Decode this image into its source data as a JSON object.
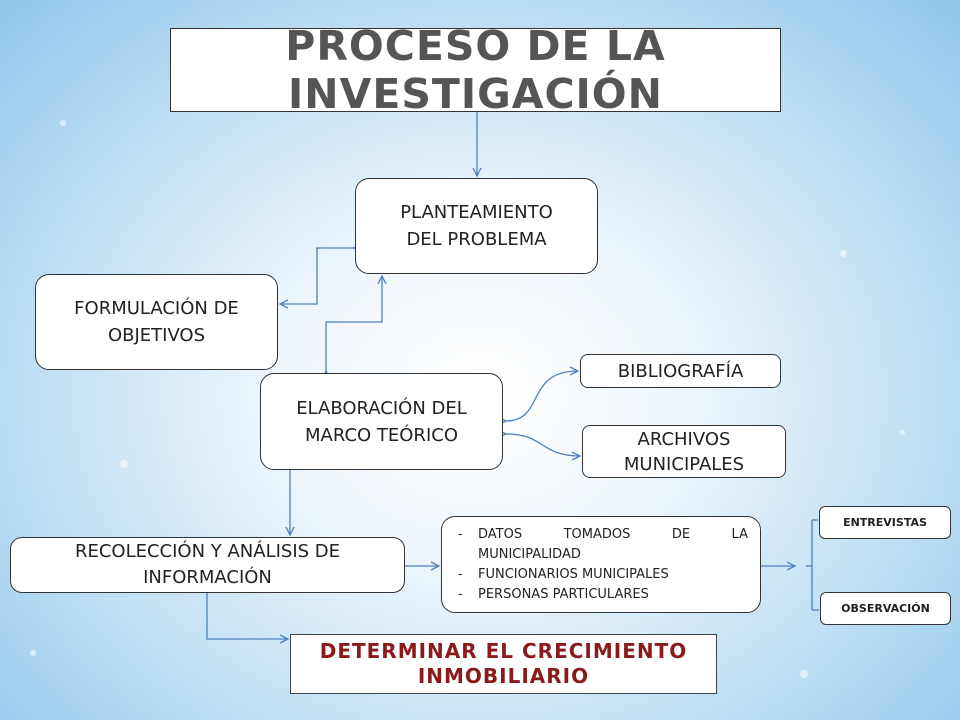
{
  "title": "PROCESO DE LA INVESTIGACIÓN",
  "nodes": {
    "planteamiento": [
      "PLANTEAMIENTO",
      "DEL PROBLEMA"
    ],
    "formulacion": [
      "FORMULACIÓN DE",
      "OBJETIVOS"
    ],
    "elaboracion": [
      "ELABORACIÓN DEL",
      "MARCO TEÓRICO"
    ],
    "bibliografia": "BIBLIOGRAFÍA",
    "archivos": [
      "ARCHIVOS",
      "MUNICIPALES"
    ],
    "recoleccion": [
      "RECOLECCIÓN Y ANÁLISIS DE",
      "INFORMACIÓN"
    ],
    "fuentes": {
      "item1_line1": "DATOS TOMADOS DE LA",
      "item1_line2": "MUNICIPALIDAD",
      "item2": "FUNCIONARIOS MUNICIPALES",
      "item3": "PERSONAS PARTICULARES",
      "bullet": "-"
    },
    "entrevistas": "ENTREVISTAS",
    "observacion": "OBSERVACIÓN",
    "determinar": [
      "DETERMINAR EL CRECIMIENTO",
      "INMOBILIARIO"
    ]
  },
  "colors": {
    "connector": "#4f81bd",
    "title_text": "#555555",
    "conclusion_text": "#8b1a1a",
    "box_border": "#333333"
  }
}
